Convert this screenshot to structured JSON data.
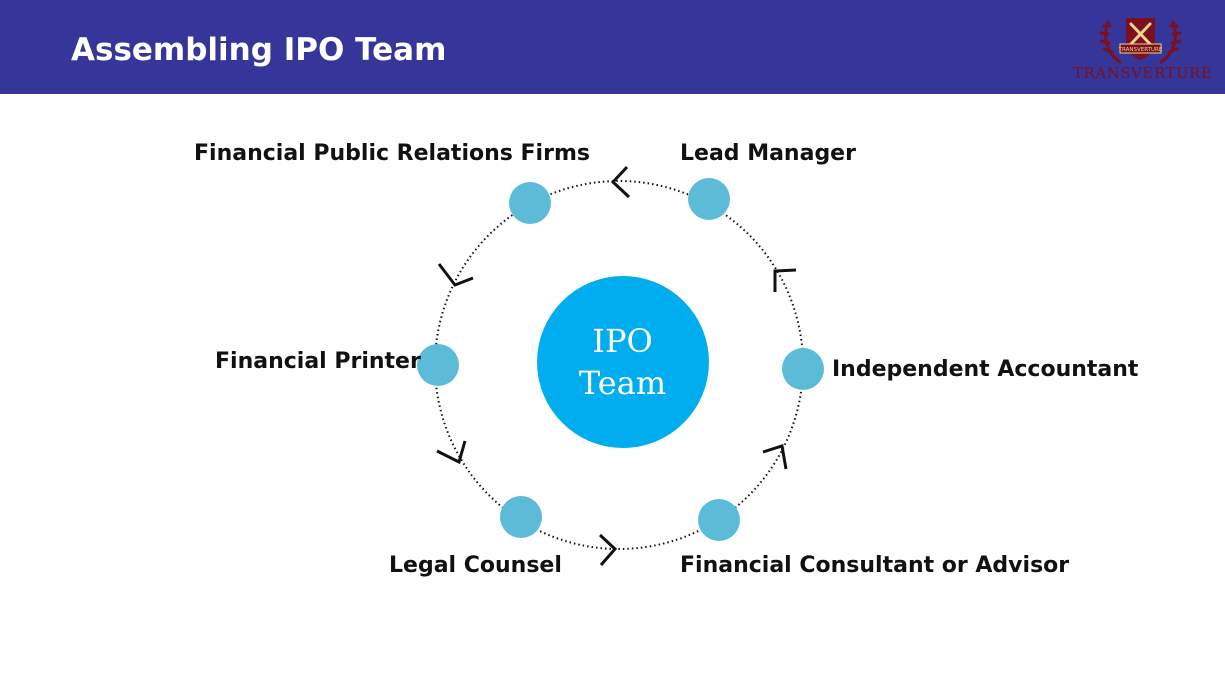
{
  "header": {
    "title": "Assembling IPO Team",
    "logo_text": "TRANSVERTURE",
    "logo_banner_text": "TRANSVERTURE"
  },
  "diagram": {
    "center": {
      "line1": "IPO",
      "line2": "Team"
    },
    "members": [
      {
        "label": "Lead Manager"
      },
      {
        "label": "Independent Accountant"
      },
      {
        "label": "Financial Consultant or Advisor"
      },
      {
        "label": "Legal Counsel"
      },
      {
        "label": "Financial Printer"
      },
      {
        "label": "Financial Public Relations Firms"
      }
    ]
  },
  "colors": {
    "header_bg": "#35359a",
    "center_circle": "#00aeef",
    "node_circle": "#5cbcd8",
    "logo": "#7a1020"
  }
}
